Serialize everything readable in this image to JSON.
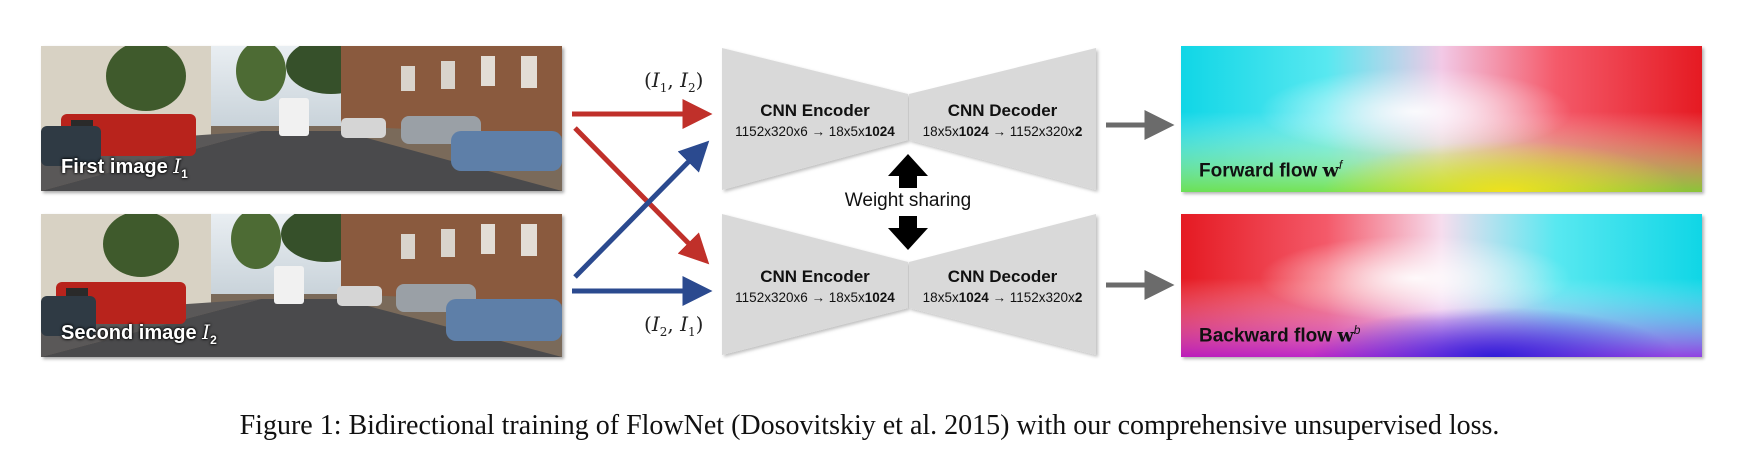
{
  "inputs": {
    "first": {
      "label_text": "First image",
      "symbol": "I",
      "subscript": "1"
    },
    "second": {
      "label_text": "Second image",
      "symbol": "I",
      "subscript": "2"
    }
  },
  "pairs": {
    "forward": {
      "open": "(",
      "a": "I",
      "a_sub": "1",
      "sep": ", ",
      "b": "I",
      "b_sub": "2",
      "close": ")"
    },
    "backward": {
      "open": "(",
      "a": "I",
      "a_sub": "2",
      "sep": ", ",
      "b": "I",
      "b_sub": "1",
      "close": ")"
    }
  },
  "networks": {
    "encoder_name": "CNN Encoder",
    "encoder_dims_prefix": "1152x320x6 → 18x5x",
    "encoder_dims_bold": "1024",
    "decoder_name": "CNN Decoder",
    "decoder_dims_prefix": "18x5x",
    "decoder_dims_bold": "1024",
    "decoder_dims_mid": " → 1152x320x",
    "decoder_dims_end": "2",
    "weight_sharing": "Weight sharing"
  },
  "outputs": {
    "forward": {
      "label_text": "Forward flow",
      "symbol": "w",
      "superscript": "f"
    },
    "backward": {
      "label_text": "Backward flow",
      "symbol": "w",
      "superscript": "b"
    }
  },
  "colors": {
    "red_arrow": "#c0302a",
    "blue_arrow": "#2b4a8f",
    "gray_arrow": "#6b6b6b",
    "net_fill": "#d9d9d9"
  },
  "caption": "Figure 1: Bidirectional training of FlowNet (Dosovitskiy et al. 2015) with our comprehensive unsupervised loss."
}
